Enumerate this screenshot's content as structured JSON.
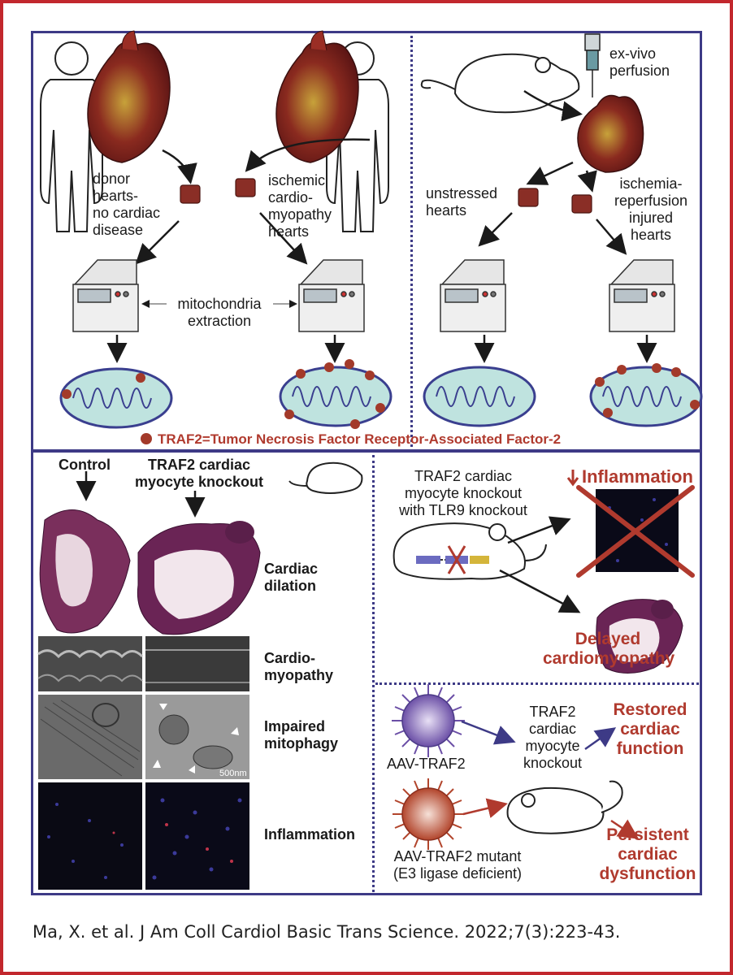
{
  "top_left": {
    "donor_label": "donor\nhearts-\nno cardiac\ndisease",
    "ischemic_label": "ischemic\ncardio-\nmyopathy\nhearts",
    "extraction_label": "mitochondria\nextraction"
  },
  "top_right": {
    "perfusion_label": "ex-vivo\nperfusion",
    "unstressed_label": "unstressed\nhearts",
    "ischemia_label": "ischemia-\nreperfusion\ninjured\nhearts"
  },
  "legend": {
    "traf2_definition": "TRAF2=Tumor Necrosis Factor Receptor-Associated Factor-2",
    "dot_color": "#a33a2a"
  },
  "bottom_left": {
    "control_header": "Control",
    "knockout_header": "TRAF2 cardiac\nmyocyte knockout",
    "rows": [
      "Cardiac\ndilation",
      "Cardio-\nmyopathy",
      "Impaired\nmitophagy",
      "Inflammation"
    ],
    "scale_label": "500nm"
  },
  "bottom_right_top": {
    "tlr9_label": "TRAF2 cardiac\nmyocyte knockout\nwith TLR9 knockout",
    "inflammation_label": "Inflammation",
    "delayed_label": "Delayed\ncardiomyopathy"
  },
  "bottom_right_bottom": {
    "aav_label": "AAV-TRAF2",
    "mutant_label": "AAV-TRAF2 mutant\n(E3 ligase deficient)",
    "knockout_label": "TRAF2\ncardiac\nmyocyte\nknockout",
    "restored_label": "Restored\ncardiac\nfunction",
    "persistent_label": "Persistent\ncardiac\ndysfunction"
  },
  "citation": "Ma, X. et al. J Am Coll Cardiol Basic Trans Science. 2022;7(3):223-43.",
  "colors": {
    "frame": "#c2272d",
    "panel": "#3d3a86",
    "accent_red": "#b03a2e",
    "mito_fill": "#bfe3df",
    "mito_edge": "#3a3f8f",
    "heart": "#8a1f1f"
  },
  "icons": [
    "human-silhouette",
    "heart",
    "tissue-cube",
    "centrifuge",
    "mitochondrion",
    "mouse",
    "syringe",
    "virus",
    "down-arrow"
  ]
}
